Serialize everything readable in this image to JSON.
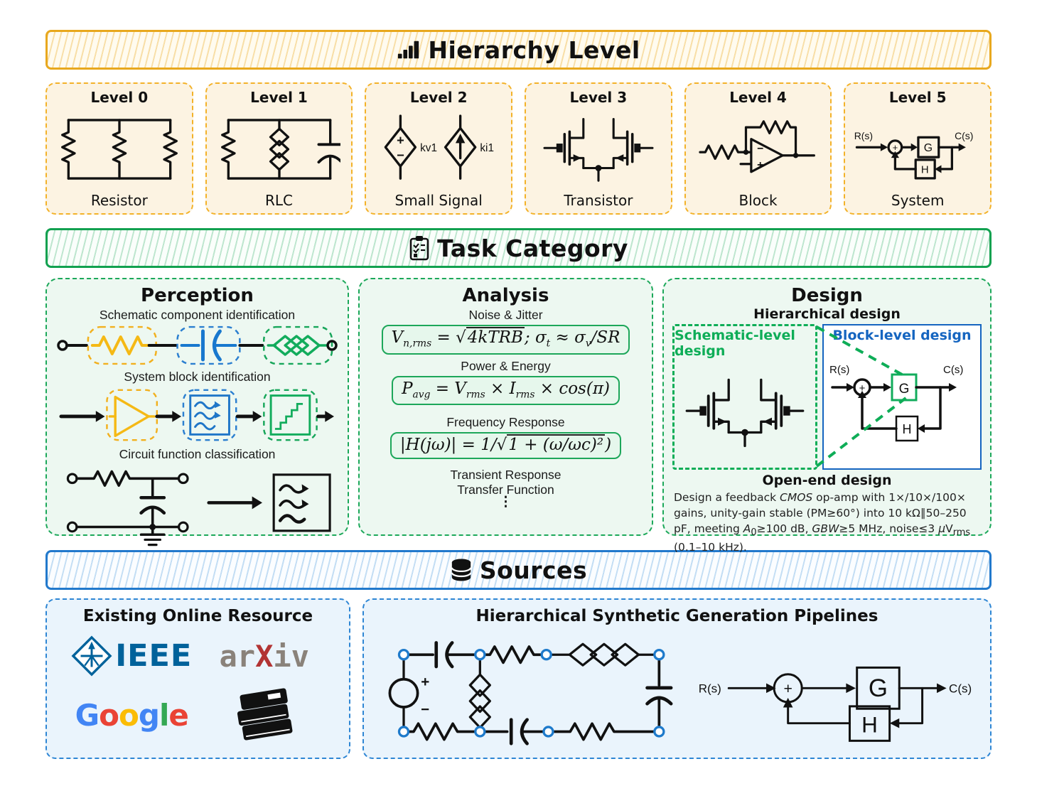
{
  "banners": {
    "hierarchy": {
      "title": "Hierarchy Level"
    },
    "task": {
      "title": "Task Category"
    },
    "sources": {
      "title": "Sources"
    }
  },
  "accent_colors": {
    "hierarchy": "#E8A81E",
    "task": "#12A150",
    "sources": "#2279CC"
  },
  "levels": [
    {
      "title": "Level 0",
      "label": "Resistor"
    },
    {
      "title": "Level 1",
      "label": "RLC"
    },
    {
      "title": "Level 2",
      "label": "Small Signal",
      "kv_label": "kv1",
      "ki_label": "ki1",
      "plus": "+",
      "minus": "−"
    },
    {
      "title": "Level 3",
      "label": "Transistor"
    },
    {
      "title": "Level 4",
      "label": "Block",
      "minus": "−",
      "plus": "+"
    },
    {
      "title": "Level 5",
      "label": "System",
      "r": "R(s)",
      "c": "C(s)",
      "g": "G",
      "h": "H",
      "sum": "+"
    }
  ],
  "tasks": {
    "perception": {
      "title": "Perception",
      "item1": "Schematic component identification",
      "item2": "System block identification",
      "item3": "Circuit function classification"
    },
    "analysis": {
      "title": "Analysis",
      "noise_label": "Noise & Jitter",
      "noise_formula": "V<sub>n,rms</sub> = √<u>4kTRB</u>; σ<sub>t</sub> ≈ σ<sub>v</sub>/SR",
      "power_label": "Power & Energy",
      "power_formula": "P<sub>avg</sub> = V<sub>rms</sub> × I<sub>rms</sub> × cos(π)",
      "freq_label": "Frequency Response",
      "freq_formula": "|H(jω)| = 1/√<u>1 + (ω/ωc)²</u>)",
      "transient_label": "Transient Response",
      "transfer_label": "Transfer Function",
      "ellipsis": "⋮"
    },
    "design": {
      "title": "Design",
      "hierarchical_label": "Hierarchical design",
      "schematic_label": "Schematic-level design",
      "block_label": "Block-level design",
      "block": {
        "r": "R(s)",
        "c": "C(s)",
        "g": "G",
        "h": "H",
        "sum": "+"
      },
      "open_label": "Open-end design",
      "open_text": "Design a feedback <i>CMOS</i> op-amp with 1×/10×/100× gains, unity-gain stable (PM≥60°) into 10 kΩ∥50–250 pF, meeting <i>A</i><sub>0</sub>≥100 dB, <i>GBW</i>≥5 MHz, noise≤3 <i>μ</i>V<sub>rms</sub> (0.1–10 kHz)."
    }
  },
  "sources_section": {
    "online": {
      "title": "Existing Online Resource",
      "ieee_text": "IEEE",
      "ieee_color": "#00629B",
      "arxiv": {
        "pre": "ar",
        "x": "X",
        "post": "iv",
        "gray": "#8A827A",
        "red": "#B23434"
      },
      "google_letters": [
        {
          "ch": "G",
          "color": "#4285F4"
        },
        {
          "ch": "o",
          "color": "#EA4335"
        },
        {
          "ch": "o",
          "color": "#FBBC05"
        },
        {
          "ch": "g",
          "color": "#4285F4"
        },
        {
          "ch": "l",
          "color": "#34A853"
        },
        {
          "ch": "e",
          "color": "#EA4335"
        }
      ]
    },
    "synthetic": {
      "title": "Hierarchical Synthetic Generation Pipelines",
      "plus": "+",
      "minus": "−",
      "block": {
        "r": "R(s)",
        "c": "C(s)",
        "g": "G",
        "h": "H",
        "sum": "+"
      }
    }
  }
}
